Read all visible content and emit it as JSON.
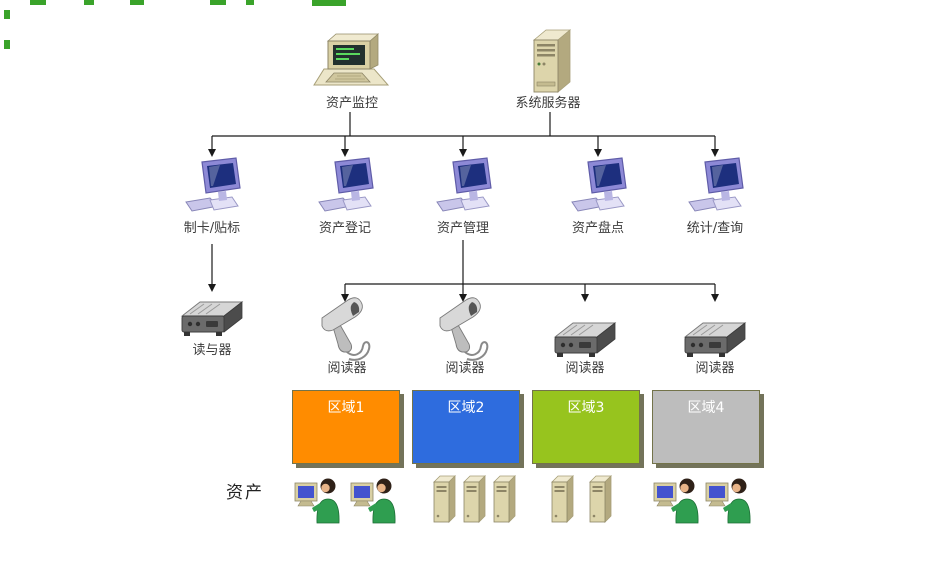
{
  "diagram": {
    "top_nodes": [
      {
        "id": "asset-monitoring",
        "label": "资产监控",
        "icon": "desktop-computer-icon"
      },
      {
        "id": "system-server",
        "label": "系统服务器",
        "icon": "server-tower-icon"
      }
    ],
    "workstations": [
      {
        "label": "制卡/贴标",
        "icon": "workstation-icon"
      },
      {
        "label": "资产登记",
        "icon": "workstation-icon"
      },
      {
        "label": "资产管理",
        "icon": "workstation-icon"
      },
      {
        "label": "资产盘点",
        "icon": "workstation-icon"
      },
      {
        "label": "统计/查询",
        "icon": "workstation-icon"
      }
    ],
    "card_reader": {
      "label": "读与器",
      "icon": "rfid-reader-icon"
    },
    "readers": [
      {
        "label": "阅读器",
        "icon": "handheld-scanner-icon"
      },
      {
        "label": "阅读器",
        "icon": "handheld-scanner-icon"
      },
      {
        "label": "阅读器",
        "icon": "rfid-reader-icon"
      },
      {
        "label": "阅读器",
        "icon": "rfid-reader-icon"
      }
    ],
    "zones": [
      {
        "label": "区域1",
        "color": "#FF8C00"
      },
      {
        "label": "区域2",
        "color": "#2E6CDE"
      },
      {
        "label": "区域3",
        "color": "#97C41E"
      },
      {
        "label": "区域4",
        "color": "#BDBDBD"
      }
    ],
    "zone_contents": [
      {
        "zone": "区域1",
        "icon": "person-at-computer-icon",
        "count": 2
      },
      {
        "zone": "区域2",
        "icon": "tower-pc-icon",
        "count": 3
      },
      {
        "zone": "区域3",
        "icon": "tower-pc-icon",
        "count": 2
      },
      {
        "zone": "区域4",
        "icon": "person-at-computer-icon",
        "count": 2
      }
    ],
    "assets_label": "资产",
    "connector_color": "#000000"
  }
}
